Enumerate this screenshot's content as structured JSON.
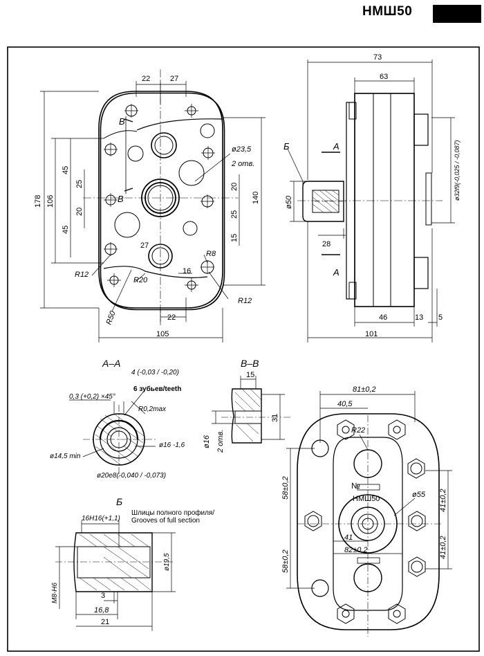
{
  "header": {
    "title": "НМШ50"
  },
  "front_view": {
    "dims": {
      "d22_top": "22",
      "d27_top": "27",
      "d23_5": "ø23,5",
      "two_holes": "2 отв.",
      "d178": "178",
      "d106": "106",
      "d45_up": "45",
      "d25_left": "25",
      "d20_left": "20",
      "d45_low": "45",
      "d20_right": "20",
      "d140": "140",
      "d25_right": "25",
      "d15_right": "15",
      "d27_mid": "27",
      "d16": "16",
      "d22_bot": "22",
      "d105": "105",
      "r8": "R8",
      "r12_left": "R12",
      "r20": "R20",
      "r50": "R50",
      "r12_right": "R12",
      "label_v1": "В",
      "label_v2": "В"
    }
  },
  "side_view": {
    "dims": {
      "d73": "73",
      "d63": "63",
      "label_b": "Б",
      "label_a_top": "А",
      "label_a_bot": "А",
      "d50": "ø50",
      "d28": "28",
      "d32f9": "ø32f9(-0,025 / -0,087)",
      "d46": "46",
      "d13": "13",
      "d5": "5",
      "d101": "101"
    }
  },
  "section_aa": {
    "title": "А–А",
    "tooth_dim": "4 (-0,03 / -0,20)",
    "teeth": "6 зубьев/teeth",
    "chamfer": "0,3 (+0,2) ×45°",
    "r02": "R0,2max",
    "d14_5": "ø14,5 min",
    "d16": "ø16 -1,6",
    "d20": "ø20e8(-0,040 / -0,073)"
  },
  "section_vv": {
    "title": "В–В",
    "d15": "15",
    "d31": "31",
    "d16": "ø16",
    "two_holes": "2 отв."
  },
  "detail_b": {
    "title": "Б",
    "d16h16": "16H16(+1,1)",
    "splines_ru": "Шлицы полного профиля/",
    "splines_en": "Grooves of full section",
    "m8": "M8-H6",
    "d19_5": "ø19,5",
    "d3": "3",
    "d16_8": "16,8",
    "d21": "21"
  },
  "flange_view": {
    "d81": "81±0,2",
    "d40_5": "40,5",
    "r22": "R22",
    "no_label": "№",
    "model": "НМШ50",
    "d55": "ø55",
    "d58_up": "58±0,2",
    "d58_low": "58±0,2",
    "d41_right_up": "41±0,2",
    "d41_right_low": "41±0,2",
    "d41": "41",
    "d82": "82±0,2"
  }
}
